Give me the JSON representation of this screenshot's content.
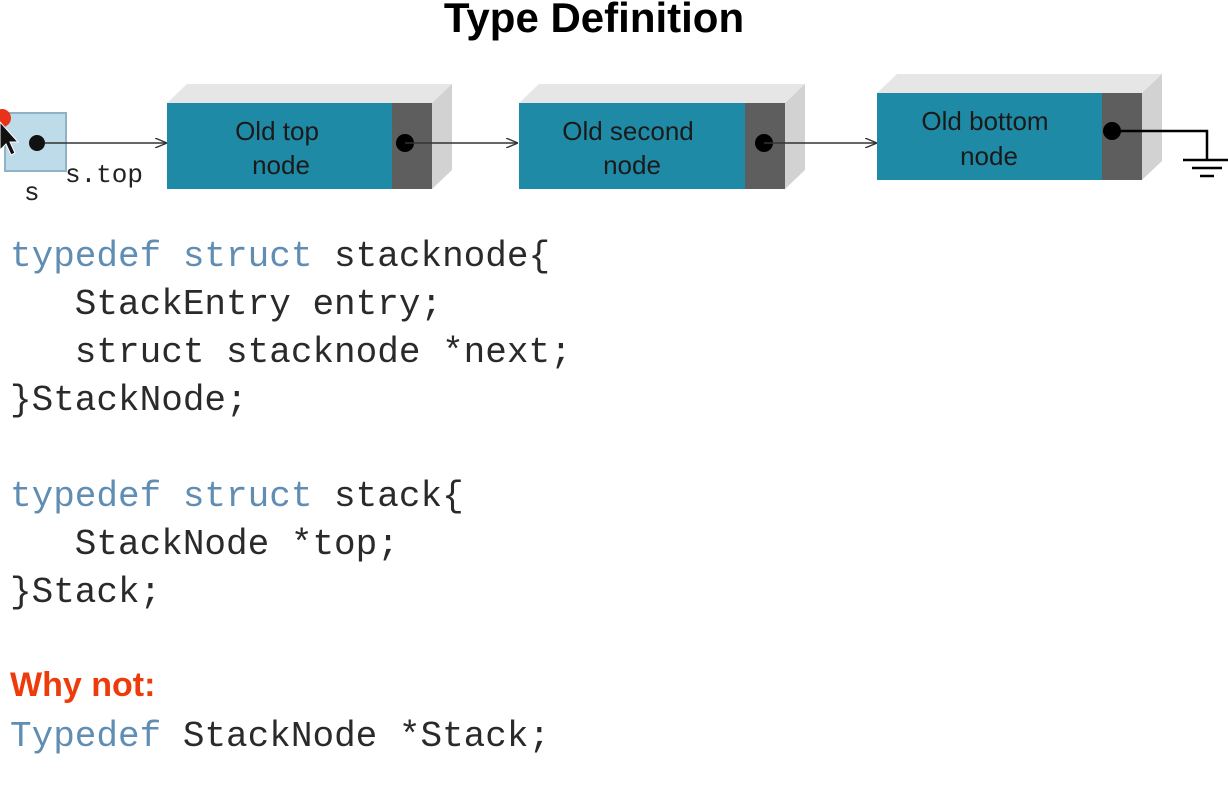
{
  "title": "Type Definition",
  "diagram": {
    "pointer_var": "s",
    "pointer_field": "s.top",
    "nodes": [
      {
        "line1": "Old top",
        "line2": "node"
      },
      {
        "line1": "Old second",
        "line2": "node"
      },
      {
        "line1": "Old bottom",
        "line2": "node"
      }
    ],
    "colors": {
      "node_fill": "#1f8aa6",
      "pointer_cell": "#5e5e5e",
      "var_box": "#bddbe9",
      "cursor_dot": "#e8321a"
    }
  },
  "code1": {
    "line1_kw": "typedef struct",
    "line1_rest": " stacknode{",
    "line2": "   StackEntry entry;",
    "line3": "   struct stacknode *next;",
    "line4": "}StackNode;"
  },
  "code2": {
    "line1_kw": "typedef struct",
    "line1_rest": " stack{",
    "line2": "   StackNode *top;",
    "line3": "}Stack;"
  },
  "why": {
    "label": "Why not:",
    "code_kw": "Typedef",
    "code_rest": " StackNode *Stack;"
  }
}
